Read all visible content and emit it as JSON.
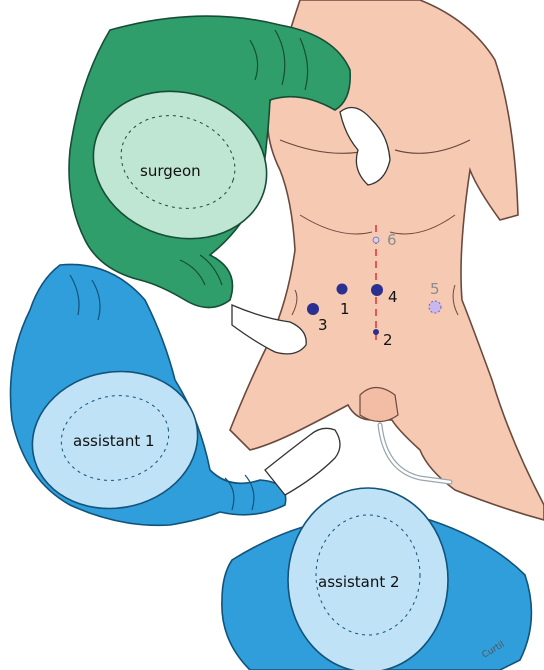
{
  "people": {
    "surgeon": "surgeon",
    "assistant1": "assistant 1",
    "assistant2": "assistant 2"
  },
  "ports": [
    {
      "id": "1",
      "label": "1"
    },
    {
      "id": "2",
      "label": "2"
    },
    {
      "id": "3",
      "label": "3"
    },
    {
      "id": "4",
      "label": "4"
    },
    {
      "id": "5",
      "label": "5"
    },
    {
      "id": "6",
      "label": "6"
    }
  ],
  "signature": "Curtil",
  "colors": {
    "skin": "#f6c9b3",
    "skin_outline": "#6b4a3d",
    "surgeon_gown": "#2f9e6b",
    "surgeon_cap": "#bfe6d2",
    "assistant_gown": "#2f9edb",
    "assistant_cap": "#bfe2f6",
    "port": "#2b2f8f",
    "port_optional": "#c9b8f0",
    "midline": "#e23b3b",
    "glove": "#ffffff"
  }
}
